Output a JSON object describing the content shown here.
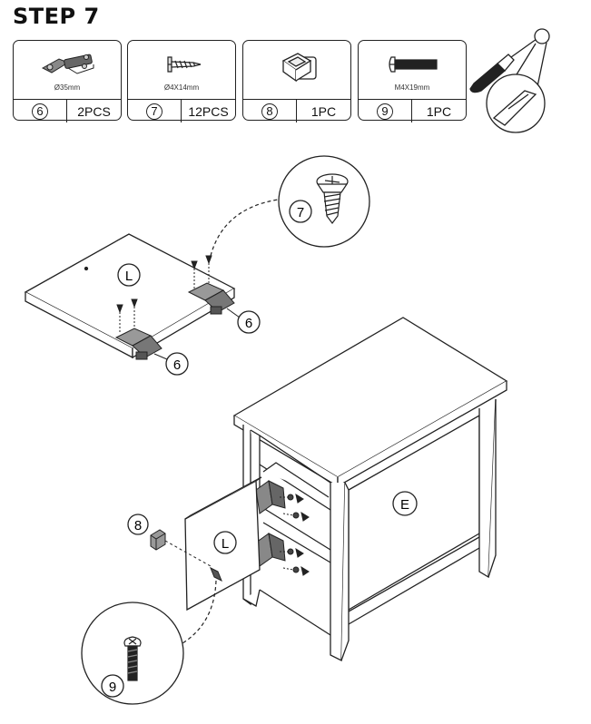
{
  "step": {
    "title": "STEP 7"
  },
  "parts": [
    {
      "number": "6",
      "spec": "Ø35mm",
      "quantity": "2PCS",
      "icon": "hinge-icon"
    },
    {
      "number": "7",
      "spec": "Ø4X14mm",
      "quantity": "12PCS",
      "icon": "wood-screw-icon"
    },
    {
      "number": "8",
      "spec": "",
      "quantity": "1PC",
      "icon": "knob-icon"
    },
    {
      "number": "9",
      "spec": "M4X19mm",
      "quantity": "1PC",
      "icon": "machine-screw-icon"
    }
  ],
  "tool": {
    "icon": "phillips-screwdriver-icon"
  },
  "callouts": {
    "door_label": "L",
    "cabinet_label": "E",
    "hinge_ref_top": "6",
    "hinge_ref_bottom": "6",
    "screw_detail_ref": "7",
    "knob_ref": "8",
    "bolt_detail_ref": "9"
  },
  "colors": {
    "line": "#222222",
    "metal": "#444444"
  }
}
